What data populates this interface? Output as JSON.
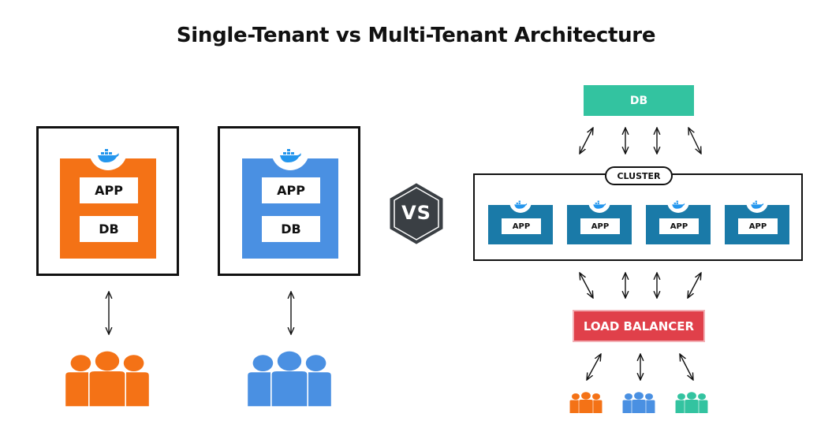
{
  "title": "Single-Tenant vs Multi-Tenant Architecture",
  "single_tenant": [
    {
      "app_label": "APP",
      "db_label": "DB",
      "color": "#f47216",
      "icon": "docker-whale-icon",
      "users_icon": "users-group-icon"
    },
    {
      "app_label": "APP",
      "db_label": "DB",
      "color": "#4a90e2",
      "icon": "docker-whale-icon",
      "users_icon": "users-group-icon"
    }
  ],
  "vs_label": "VS",
  "vs_color": "#3a3f44",
  "multi_tenant": {
    "db_label": "DB",
    "db_color": "#33c3a0",
    "cluster_label": "CLUSTER",
    "apps": [
      {
        "label": "APP",
        "icon": "docker-whale-icon"
      },
      {
        "label": "APP",
        "icon": "docker-whale-icon"
      },
      {
        "label": "APP",
        "icon": "docker-whale-icon"
      },
      {
        "label": "APP",
        "icon": "docker-whale-icon"
      }
    ],
    "app_color": "#1a7aa8",
    "load_balancer_label": "LOAD BALANCER",
    "load_balancer_color": "#e0404a",
    "user_groups": [
      {
        "icon": "users-group-icon",
        "color": "#f47216"
      },
      {
        "icon": "users-group-icon",
        "color": "#4a90e2"
      },
      {
        "icon": "users-group-icon",
        "color": "#33c3a0"
      }
    ]
  }
}
